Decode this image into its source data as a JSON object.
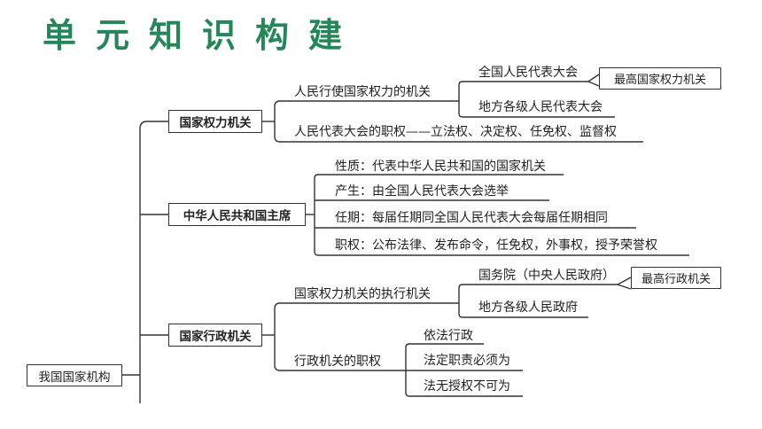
{
  "title": "单元知识构建",
  "root": "我国国家机构",
  "sections": {
    "power": {
      "label": "国家权力机关",
      "sub1": "人民行使国家权力的机关",
      "sub1_items": [
        "全国人民代表大会",
        "地方各级人民代表大会"
      ],
      "sub1_note": "最高国家权力机关",
      "sub2": "人民代表大会的职权——立法权、决定权、任免权、监督权"
    },
    "president": {
      "label": "中华人民共和国主席",
      "items": [
        "性质：代表中华人民共和国的国家机关",
        "产生：由全国人民代表大会选举",
        "任期：每届任期同全国人民代表大会每届任期相同",
        "职权：公布法律、发布命令，任免权，外事权，授予荣誉权"
      ]
    },
    "admin": {
      "label": "国家行政机关",
      "sub1": "国家权力机关的执行机关",
      "sub1_items": [
        "国务院（中央人民政府）",
        "地方各级人民政府"
      ],
      "sub1_note": "最高行政机关",
      "sub2": "行政机关的职权",
      "sub2_items": [
        "依法行政",
        "法定职责必须为",
        "法无授权不可为"
      ]
    }
  }
}
